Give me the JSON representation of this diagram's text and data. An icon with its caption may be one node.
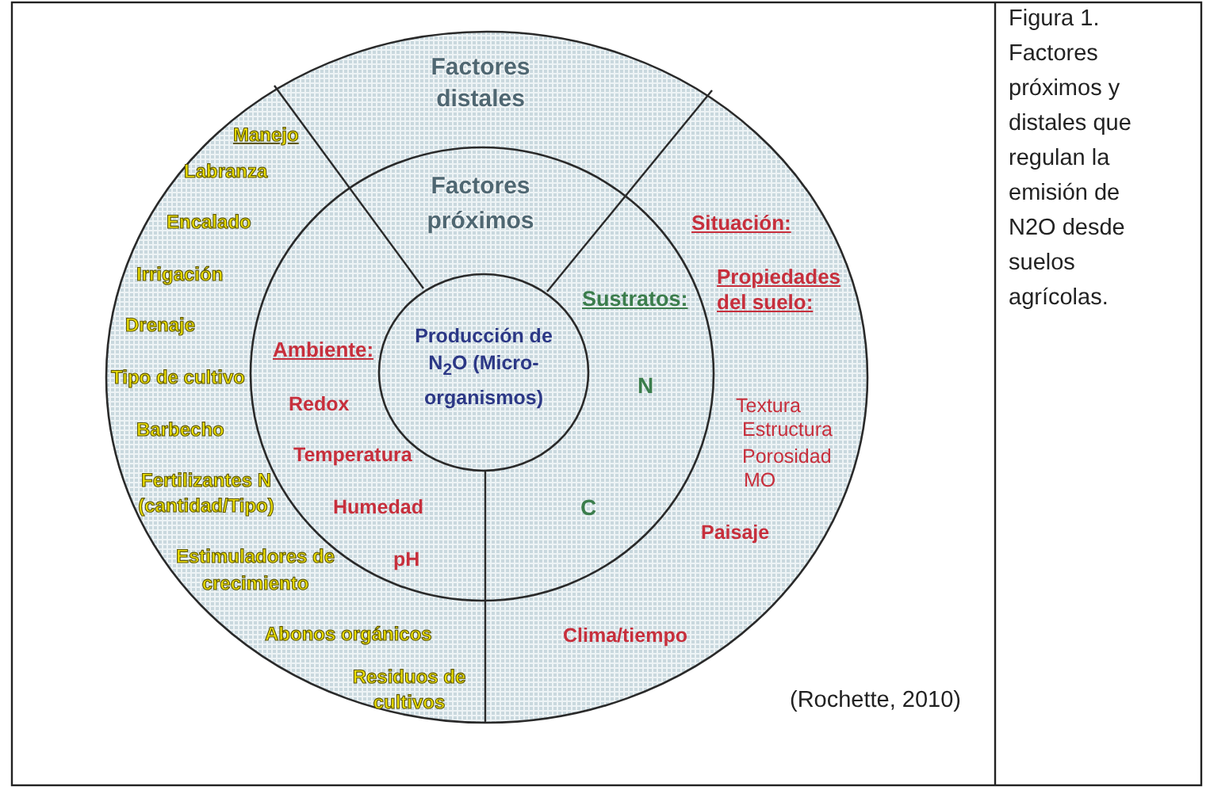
{
  "diagram": {
    "caption": "Figura 1. Factores próximos y distales que regulan la emisión de N2O desde suelos agrícolas.",
    "nodes": [
      {
        "text": [
          "Factores distales",
          "Manejo",
          "Labranza",
          "Encalado",
          "Irrigación",
          "Drenaje",
          "Tipo de cultivo",
          "Barbecho",
          "Fertilizantes N (cantidad/Tipo)",
          "Estimuladores de crecimiento",
          "Abonos orgánicos",
          "Residuos de cultivos",
          "Situación:",
          "Propiedades del suelo:",
          "Textura",
          "Estructura",
          "Porosidad",
          "MO",
          "Paisaje",
          "Clima/tiempo"
        ]
      },
      {
        "text": [
          "Factores próximos",
          "Ambiente:",
          "Redox",
          "Temperatura",
          "Humedad",
          "pH",
          "Sustratos:",
          "N",
          "C"
        ],
        "in": 0
      },
      {
        "text": [
          "Producción de N$_{2}$O (Micro-organismos)"
        ],
        "in": 1
      }
    ],
    "labels": [
      "(Rochette, 2010)"
    ]
  }
}
